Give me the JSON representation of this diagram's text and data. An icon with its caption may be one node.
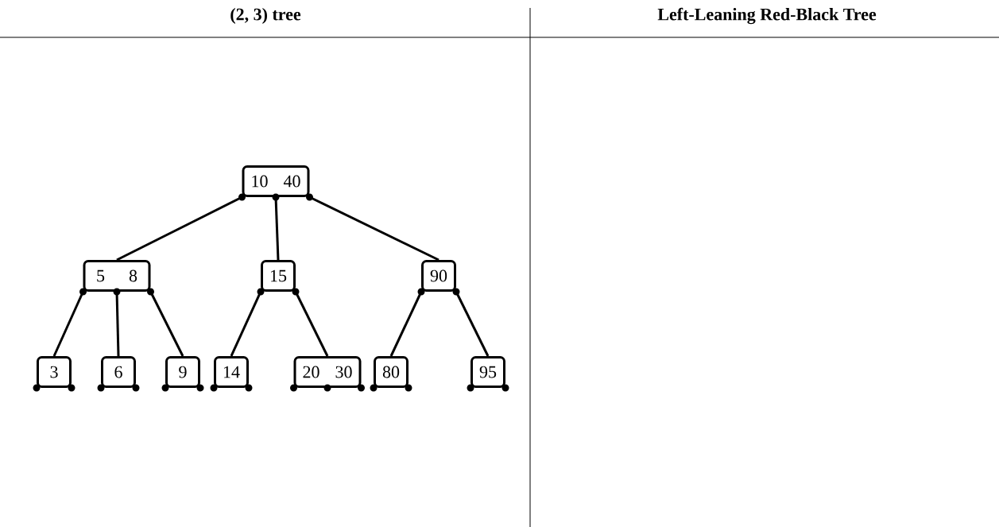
{
  "diagram": {
    "nodes": [
      {
        "text": [
          "10",
          "40"
        ]
      },
      {
        "text": [
          "5",
          "8"
        ]
      },
      {
        "text": [
          "15"
        ]
      },
      {
        "text": [
          "90"
        ]
      },
      {
        "text": [
          "3"
        ]
      },
      {
        "text": [
          "6"
        ]
      },
      {
        "text": [
          "9"
        ]
      },
      {
        "text": [
          "14"
        ]
      },
      {
        "text": [
          "20",
          "30"
        ]
      },
      {
        "text": [
          "80"
        ]
      },
      {
        "text": [
          "95"
        ]
      }
    ],
    "edges": [
      {
        "from": 0,
        "to": 1,
        "arrow": "none"
      },
      {
        "from": 0,
        "to": 2,
        "arrow": "none"
      },
      {
        "from": 0,
        "to": 3,
        "arrow": "none"
      },
      {
        "from": 1,
        "to": 4,
        "arrow": "none"
      },
      {
        "from": 1,
        "to": 5,
        "arrow": "none"
      },
      {
        "from": 1,
        "to": 6,
        "arrow": "none"
      },
      {
        "from": 2,
        "to": 7,
        "arrow": "none"
      },
      {
        "from": 2,
        "to": 8,
        "arrow": "none"
      },
      {
        "from": 3,
        "to": 9,
        "arrow": "none"
      },
      {
        "from": 3,
        "to": 10,
        "arrow": "none"
      }
    ],
    "labels": [
      "(2, 3) tree",
      "Left-Leaning Red-Black Tree"
    ]
  }
}
